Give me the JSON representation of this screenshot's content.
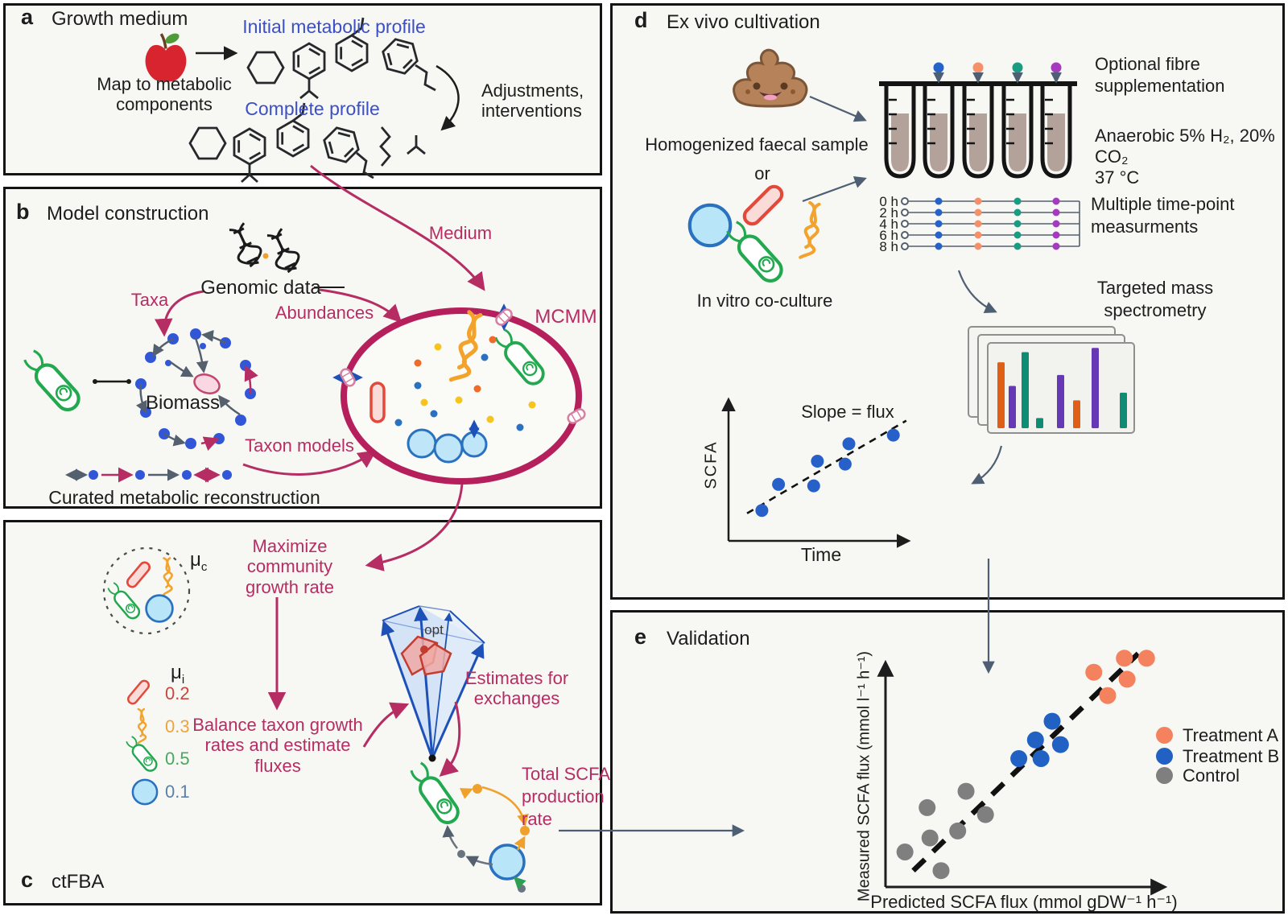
{
  "colors": {
    "crimson": "#b62d63",
    "blue_label_text": "#3c4fc5",
    "panel_background": "#f7f7f4",
    "panel_border": "#141414",
    "connector_gray": "#4f5f73",
    "treatment_a": "#f5825e",
    "treatment_b": "#2161c4",
    "control": "#7f7f7f",
    "tube_liquid": "#b3a29a"
  },
  "panels": {
    "a": {
      "label": "a",
      "title": "Growth medium",
      "map_lines": [
        "Map to metabolic",
        "components"
      ],
      "initial_profile": "Initial metabolic profile",
      "complete_profile": "Complete profile",
      "adjust_lines": [
        "Adjustments,",
        "interventions"
      ]
    },
    "b": {
      "label": "b",
      "title": "Model construction",
      "genomic_data": "Genomic data",
      "taxa": "Taxa",
      "abundances": "Abundances",
      "medium": "Medium",
      "mcmm": "MCMM",
      "biomass": "Biomass",
      "taxon_models": "Taxon models",
      "curated": "Curated metabolic reconstruction"
    },
    "c": {
      "label": "c",
      "title": "ctFBA",
      "mu_c": {
        "symbol": "μ",
        "sub": "c"
      },
      "mu_i": {
        "symbol": "μ",
        "sub": "i"
      },
      "mu_rows": [
        {
          "icon": "red-rod",
          "value": "0.2",
          "color": "#c8473c"
        },
        {
          "icon": "orange-squiggle",
          "value": "0.3",
          "color": "#eda43c"
        },
        {
          "icon": "green-bacterium",
          "value": "0.5",
          "color": "#4aa85e"
        },
        {
          "icon": "blue-cell",
          "value": "0.1",
          "color": "#5c80a8"
        }
      ],
      "maximize_lines": [
        "Maximize",
        "community",
        "growth rate"
      ],
      "balance_lines": [
        "Balance taxon growth",
        "rates and estimate",
        "fluxes"
      ],
      "opt": "opt",
      "estimates_lines": [
        "Estimates for",
        "exchanges"
      ],
      "total_scfa_lines": [
        "Total SCFA",
        "production",
        "rate"
      ]
    },
    "d": {
      "label": "d",
      "title": "Ex vivo cultivation",
      "homogenized": "Homogenized faecal sample",
      "or": "or",
      "in_vitro": "In vitro co-culture",
      "fibre_lines": [
        "Optional fibre",
        "supplementation"
      ],
      "anaerobic_lines": [
        "Anaerobic 5% H₂, 20%",
        "CO₂",
        "37 °C"
      ],
      "timepoint_lines": [
        "Multiple time-point",
        "measurments"
      ],
      "ms_lines": [
        "Targeted mass",
        "spectrometry"
      ],
      "time_grid": {
        "labels": [
          "0 h",
          "2 h",
          "4 h",
          "6 h",
          "8 h"
        ],
        "dot_colors": [
          "#2563c8",
          "#f5906a",
          "#1a9c82",
          "#a43bbf"
        ]
      },
      "tube_dot_colors": [
        "#2563c8",
        "#f5906a",
        "#1a9c82",
        "#a43bbf"
      ]
    },
    "e": {
      "label": "e",
      "title": "Validation",
      "ylabel": "Measured SCFA flux (mmol l⁻¹ h⁻¹)",
      "xlabel": "Predicted SCFA flux (mmol gDW⁻¹ h⁻¹)",
      "legend": [
        {
          "label": "Treatment A",
          "color": "#f5825e"
        },
        {
          "label": "Treatment B",
          "color": "#2161c4"
        },
        {
          "label": "Control",
          "color": "#7f7f7f"
        }
      ]
    }
  },
  "chart_data": [
    {
      "id": "slope_plot",
      "type": "scatter",
      "title": "Slope = flux",
      "xlabel": "Time",
      "ylabel": "SCFA",
      "axis_range": "relative 0-1, unlabeled axes",
      "grid": false,
      "point_color": "#2760c9",
      "points": [
        [
          0.18,
          0.21
        ],
        [
          0.27,
          0.39
        ],
        [
          0.46,
          0.38
        ],
        [
          0.48,
          0.55
        ],
        [
          0.63,
          0.53
        ],
        [
          0.65,
          0.67
        ],
        [
          0.89,
          0.73
        ]
      ],
      "trendline": [
        [
          0.1,
          0.19
        ],
        [
          0.96,
          0.83
        ]
      ],
      "trendline_style": "dashed"
    },
    {
      "id": "validation_plot",
      "type": "scatter",
      "xlabel": "Predicted SCFA flux (mmol gDW⁻¹ h⁻¹)",
      "ylabel": "Measured SCFA flux (mmol l⁻¹ h⁻¹)",
      "axis_range": "relative 0-1, unlabeled axes",
      "grid": false,
      "legend_position": "right",
      "series": [
        {
          "name": "Treatment A",
          "color": "#f5825e",
          "points": [
            [
              0.75,
              0.92
            ],
            [
              0.86,
              0.98
            ],
            [
              0.94,
              0.98
            ],
            [
              0.87,
              0.89
            ],
            [
              0.8,
              0.82
            ]
          ]
        },
        {
          "name": "Treatment B",
          "color": "#2161c4",
          "points": [
            [
              0.6,
              0.71
            ],
            [
              0.54,
              0.63
            ],
            [
              0.63,
              0.61
            ],
            [
              0.48,
              0.55
            ],
            [
              0.56,
              0.55
            ]
          ]
        },
        {
          "name": "Control",
          "color": "#7f7f7f",
          "points": [
            [
              0.29,
              0.41
            ],
            [
              0.15,
              0.34
            ],
            [
              0.36,
              0.31
            ],
            [
              0.26,
              0.24
            ],
            [
              0.16,
              0.21
            ],
            [
              0.07,
              0.15
            ],
            [
              0.2,
              0.07
            ]
          ]
        }
      ],
      "trendline": [
        [
          0.1,
          0.07
        ],
        [
          0.91,
          1.0
        ]
      ],
      "trendline_style": "dashed"
    },
    {
      "id": "mass_spec_bars",
      "type": "bar",
      "title": "Targeted mass spectrometry card",
      "values": [
        0.78,
        0.5,
        0.9,
        0.12,
        0.63,
        0.33,
        0.95,
        0.42
      ],
      "colors": [
        "#e05f17",
        "#6638b6",
        "#0f8c74",
        "#0f8c74",
        "#6638b6",
        "#e05f17",
        "#6638b6",
        "#0f8c74"
      ],
      "x_offsets": [
        12,
        26,
        42,
        60,
        86,
        106,
        129,
        164
      ]
    }
  ]
}
